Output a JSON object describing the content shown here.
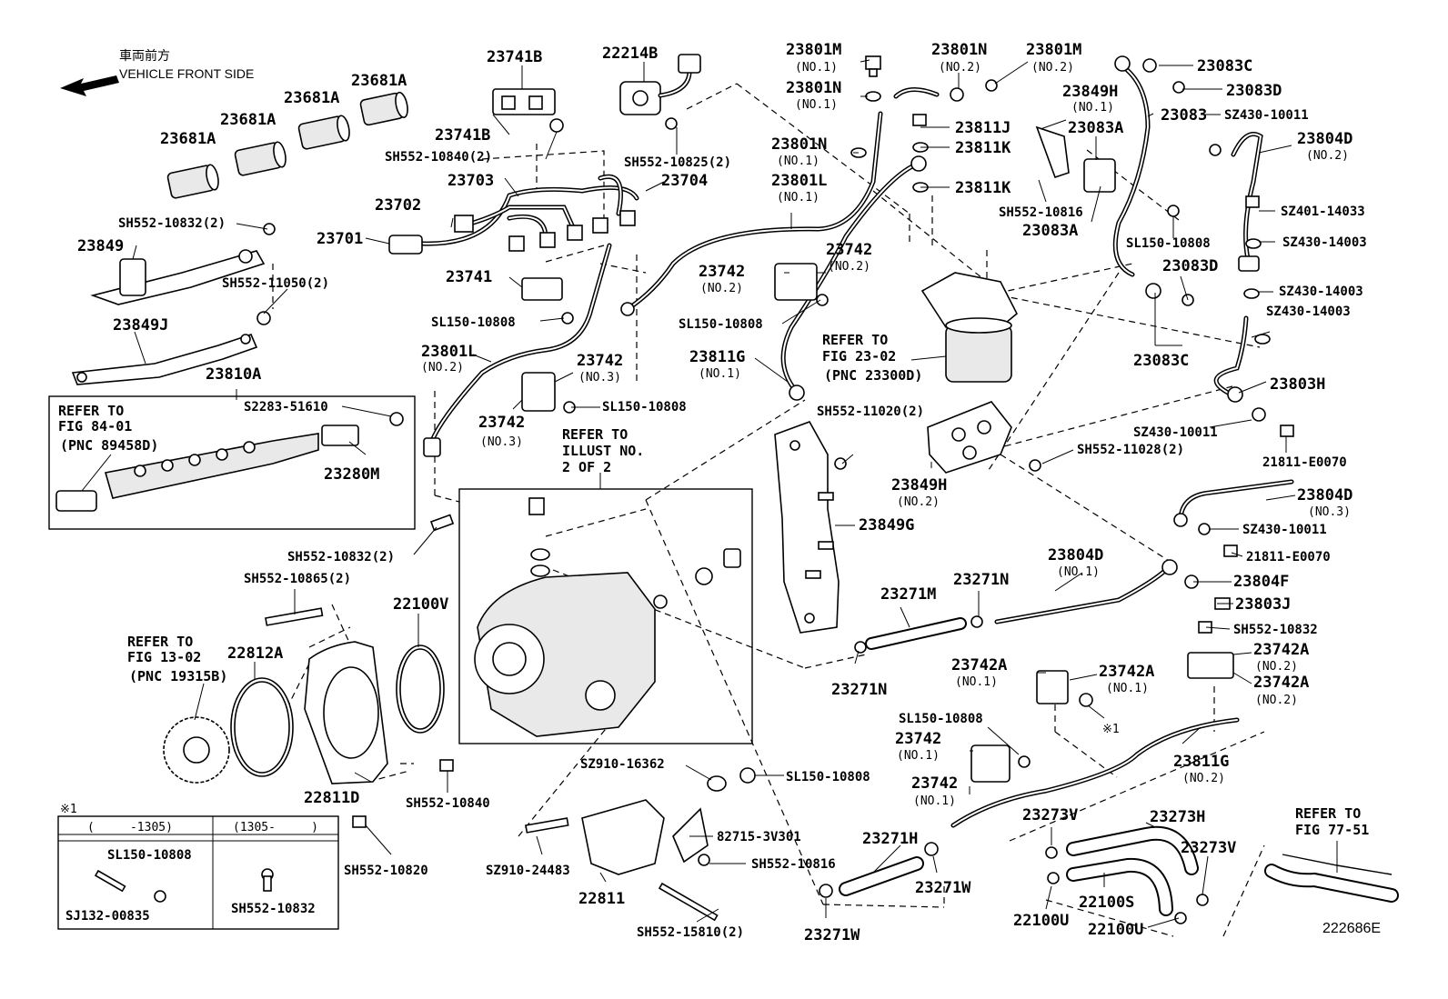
{
  "orientation": {
    "japanese": "車両前方",
    "english": "VEHICLE FRONT SIDE",
    "icon": "front-arrow-icon"
  },
  "parts": {
    "p23741B_top": "23741B",
    "p22214B": "22214B",
    "p23801M_1": "23801M",
    "p23801M_1_q": "(NO.1)",
    "p23801N_2": "23801N",
    "p23801N_2_q": "(NO.2)",
    "p23801M_2": "23801M",
    "p23801M_2_q": "(NO.2)",
    "p23083C_top": "23083C",
    "p23083D_top": "23083D",
    "p23681A_1": "23681A",
    "p23681A_2": "23681A",
    "p23681A_3": "23681A",
    "p23681A_4": "23681A",
    "p23741B_mid": "23741B",
    "p23801N_1a": "23801N",
    "p23801N_1a_q": "(NO.1)",
    "p23849H_1": "23849H",
    "p23849H_1_q": "(NO.1)",
    "p23083": "23083",
    "sz430_10011_top": "SZ430-10011",
    "sh552_10840_2": "SH552-10840(2)",
    "p23811J": "23811J",
    "p23083A_top": "23083A",
    "p23804D_2": "23804D",
    "p23804D_2_q": "(NO.2)",
    "p23801N_1b": "23801N",
    "p23801N_1b_q": "(NO.1)",
    "p23811K_1": "23811K",
    "sh552_10825_2": "SH552-10825(2)",
    "p23703": "23703",
    "p23704": "23704",
    "p23801L_1": "23801L",
    "p23801L_1_q": "(NO.1)",
    "p23811K_2": "23811K",
    "sh552_10816_top": "SH552-10816",
    "p23702": "23702",
    "sz401_14033": "SZ401-14033",
    "sh552_10832_2_top": "SH552-10832(2)",
    "p23083A_bot": "23083A",
    "p23701": "23701",
    "sz430_14003_a": "SZ430-14003",
    "p23849": "23849",
    "sl150_10808_r": "SL150-10808",
    "p23742_a": "23742",
    "p23742_a_q": "(NO.2)",
    "p23742_b": "23742",
    "p23742_b_q": "(NO.2)",
    "p23741": "23741",
    "p23083D_mid": "23083D",
    "sh552_11050_2": "SH552-11050(2)",
    "sz430_14003_b": "SZ430-14003",
    "sl150_10808_a": "SL150-10808",
    "sl150_10808_b": "SL150-10808",
    "sz430_14003_c": "SZ430-14003",
    "p23849J": "23849J",
    "refer_fig2302": [
      "REFER TO",
      "FIG 23-02",
      "(PNC 23300D)"
    ],
    "p23801L_2": "23801L",
    "p23801L_2_q": "(NO.2)",
    "p23742_c": "23742",
    "p23742_c_q": "(NO.3)",
    "p23811G_1": "23811G",
    "p23811G_1_q": "(NO.1)",
    "p23083C_mid": "23083C",
    "p23810A": "23810A",
    "p23803H": "23803H",
    "refer_fig8401": [
      "REFER TO",
      "FIG 84-01",
      "(PNC 89458D)"
    ],
    "s2283_51610": "S2283-51610",
    "sl150_10808_c": "SL150-10808",
    "p23742_d": "23742",
    "p23742_d_q": "(NO.3)",
    "refer_illust": [
      "REFER TO",
      "ILLUST NO.",
      "2 OF 2"
    ],
    "sh552_11020_2": "SH552-11020(2)",
    "sz430_10011_mid": "SZ430-10011",
    "p21811_E0070_a": "21811-E0070",
    "sh552_11028_2": "SH552-11028(2)",
    "p23280M": "23280M",
    "p23849H_2": "23849H",
    "p23849H_2_q": "(NO.2)",
    "p23804D_3": "23804D",
    "p23804D_3_q": "(NO.3)",
    "p23849G": "23849G",
    "sz430_10011_bot": "SZ430-10011",
    "sh552_10832_2_mid": "SH552-10832(2)",
    "p23804D_1": "23804D",
    "p23804D_1_q": "(NO.1)",
    "p21811_E0070_b": "21811-E0070",
    "sh552_10865_2": "SH552-10865(2)",
    "p23804F": "23804F",
    "p23271N_top": "23271N",
    "p23271M": "23271M",
    "p22100V": "22100V",
    "p23803J": "23803J",
    "sh552_10832_r": "SH552-10832",
    "refer_fig1302": [
      "REFER TO",
      "FIG 13-02",
      "(PNC 19315B)"
    ],
    "p22812A": "22812A",
    "p23742A_1a": "23742A",
    "p23742A_1a_q": "(NO.1)",
    "p23742A_1b": "23742A",
    "p23742A_1b_q": "(NO.1)",
    "p23742A_2a": "23742A",
    "p23742A_2a_q": "(NO.2)",
    "p23742A_2b": "23742A",
    "p23742A_2b_q": "(NO.2)",
    "p23271N_bot": "23271N",
    "note_mark": "※1",
    "sl150_10808_d": "SL150-10808",
    "p23742_e": "23742",
    "p23742_e_q": "(NO.1)",
    "p23811G_2": "23811G",
    "p23811G_2_q": "(NO.2)",
    "sz910_16362": "SZ910-16362",
    "sl150_10808_e": "SL150-10808",
    "p22811D": "22811D",
    "sh552_10840": "SH552-10840",
    "p23742_f": "23742",
    "p23742_f_q": "(NO.1)",
    "p23273V_a": "23273V",
    "p23273H": "23273H",
    "refer_fig7751": [
      "REFER TO",
      "FIG 77-51"
    ],
    "p82715_3V301": "82715-3V301",
    "sh552_10820": "SH552-10820",
    "p23271H": "23271H",
    "p23273V_b": "23273V",
    "sz910_24483": "SZ910-24483",
    "sh552_10816_bot": "SH552-10816",
    "p23271W_a": "23271W",
    "p22100S": "22100S",
    "p22811": "22811",
    "p23271W_b": "23271W",
    "p22100U_a": "22100U",
    "p22100U_b": "22100U",
    "sh552_15810_2": "SH552-15810(2)"
  },
  "note_table": {
    "title": "※1",
    "col1_header": "(     -1305)",
    "col2_header": "(1305-     )",
    "col1_parts": [
      "SL150-10808",
      "SJ132-00835"
    ],
    "col2_parts": [
      "SH552-10832"
    ]
  },
  "figure_code": "222686E"
}
